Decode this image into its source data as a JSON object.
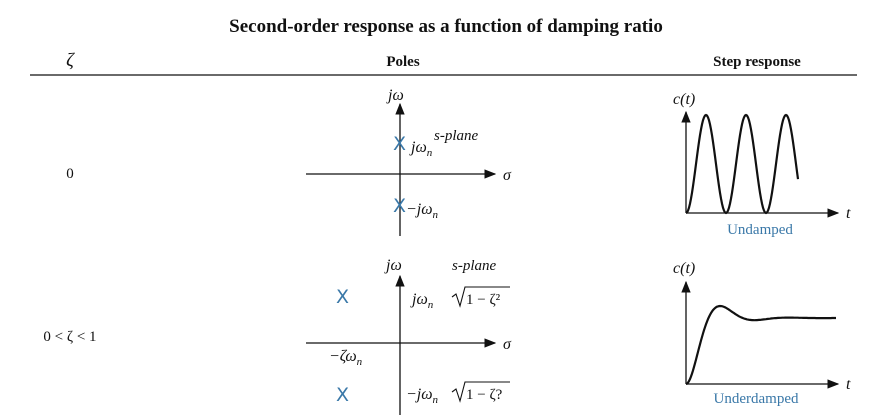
{
  "title": "Second-order response as a function of damping ratio",
  "headers": {
    "zeta": "ζ",
    "poles": "Poles",
    "step": "Step response"
  },
  "colors": {
    "accent": "#3a78a8",
    "ink": "#111111"
  },
  "rows": [
    {
      "zeta_label": "0",
      "poles": {
        "vertical_axis": "jω",
        "horizontal_axis": "σ",
        "plane": "s-plane",
        "upper_pole": "jω",
        "upper_sub": "n",
        "lower_pole": "−jω",
        "lower_sub": "n",
        "marker": "X"
      },
      "step": {
        "y_label": "c(t)",
        "x_label": "t",
        "caption": "Undamped"
      }
    },
    {
      "zeta_label": "0 < ζ < 1",
      "poles": {
        "vertical_axis": "jω",
        "horizontal_axis": "σ",
        "plane": "s-plane",
        "upper_pole": "jω",
        "upper_sub": "n",
        "upper_root": "1 − ζ²",
        "lower_pole": "−jω",
        "lower_sub": "n",
        "lower_root": "1 − ζ?",
        "real_part": "−ζω",
        "real_sub": "n",
        "marker": "X"
      },
      "step": {
        "y_label": "c(t)",
        "x_label": "t",
        "caption": "Underdamped"
      }
    }
  ]
}
